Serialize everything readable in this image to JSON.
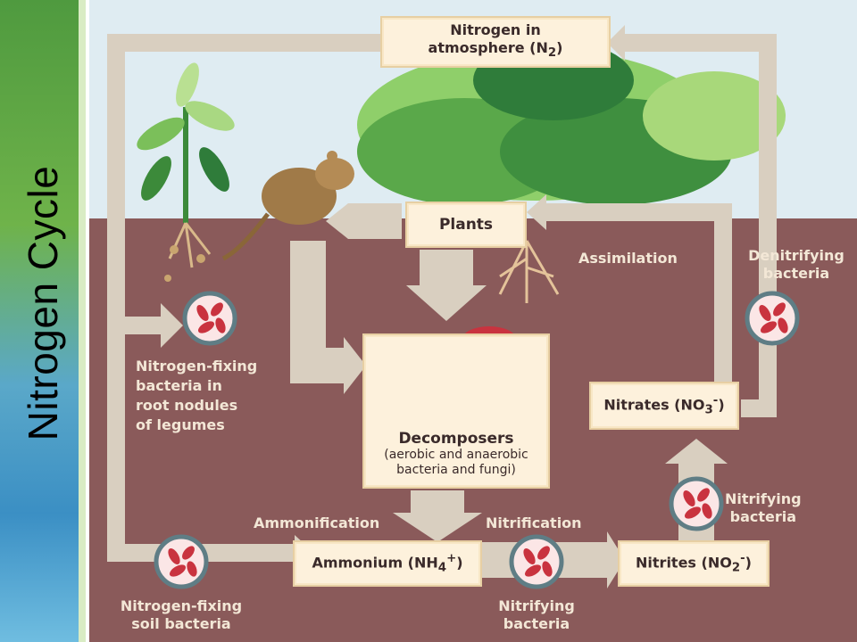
{
  "slide_title": "Nitrogen Cycle",
  "colors": {
    "soil": "#8a5a5a",
    "sky": "#dfecf2",
    "arrow": "#d9cfc0",
    "box": "#fdf1dc",
    "label_text": "#f3e7d6"
  },
  "boxes": {
    "atmosphere_line1": "Nitrogen in",
    "atmosphere_line2": "atmosphere (N",
    "atmosphere_sub": "2",
    "atmosphere_end": ")",
    "plants": "Plants",
    "decomposers": "Decomposers",
    "decomposers_line2": "(aerobic and anaerobic",
    "decomposers_line3": "bacteria and fungi)",
    "nitrates": "Nitrates (NO",
    "nitrates_sub": "3",
    "nitrates_sup": "-",
    "nitrates_end": ")",
    "ammonium": "Ammonium (NH",
    "ammonium_sub": "4",
    "ammonium_sup": "+",
    "ammonium_end": ")",
    "nitrites": "Nitrites (NO",
    "nitrites_sub": "2",
    "nitrites_sup": "-",
    "nitrites_end": ")"
  },
  "labels": {
    "assimilation": "Assimilation",
    "denitrifying_1": "Denitrifying",
    "denitrifying_2": "bacteria",
    "fixing_root_1": "Nitrogen-fixing",
    "fixing_root_2": "bacteria in",
    "fixing_root_3": "root nodules",
    "fixing_root_4": "of legumes",
    "ammonification": "Ammonification",
    "nitrification": "Nitrification",
    "nitrifying_right_1": "Nitrifying",
    "nitrifying_right_2": "bacteria",
    "nitrifying_bottom_1": "Nitrifying",
    "nitrifying_bottom_2": "bacteria",
    "fixing_soil_1": "Nitrogen-fixing",
    "fixing_soil_2": "soil bacteria"
  }
}
